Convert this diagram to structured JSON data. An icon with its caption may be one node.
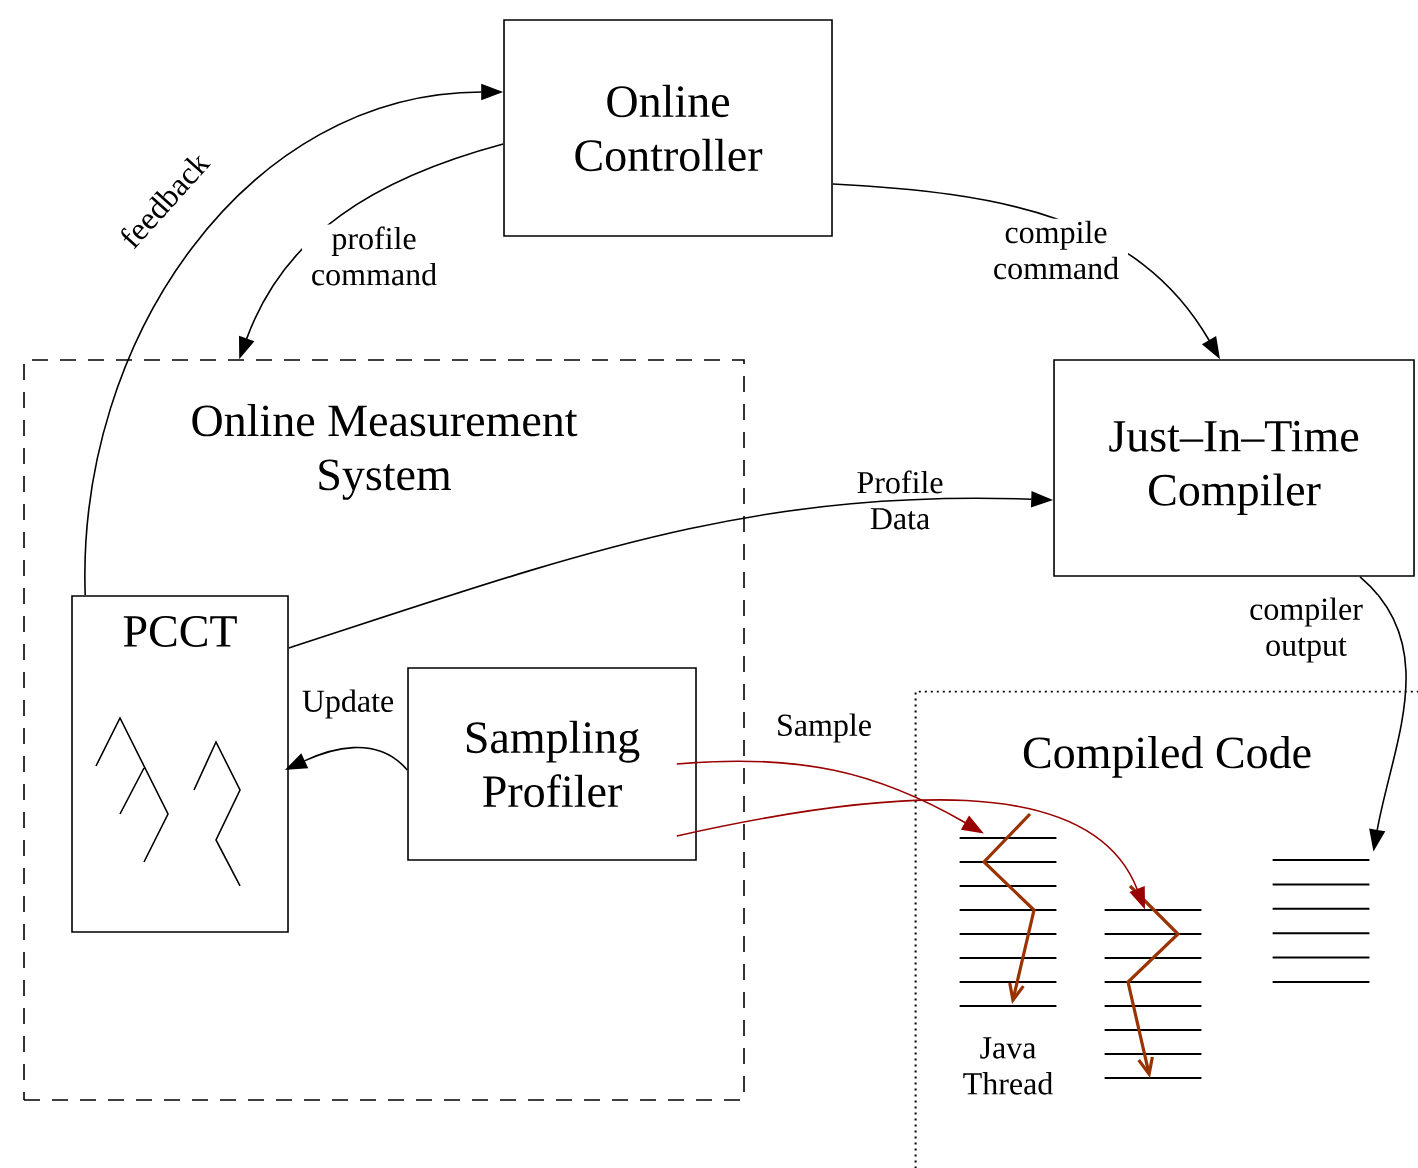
{
  "diagram": {
    "nodes": [
      {
        "text": [
          "Online Controller"
        ]
      },
      {
        "text": [
          "Online Measurement System"
        ]
      },
      {
        "text": [
          "PCCT"
        ],
        "in": 1
      },
      {
        "text": [
          "Sampling Profiler"
        ],
        "in": 1
      },
      {
        "text": [
          "Just–In–Time Compiler"
        ]
      },
      {
        "text": [
          "Compiled Code"
        ]
      },
      {
        "text": [],
        "shape": "bar",
        "in": 5,
        "beside": [
          "Java Thread"
        ]
      },
      {
        "text": [],
        "shape": "bar",
        "in": 5
      },
      {
        "text": [],
        "shape": "bar",
        "in": 5
      }
    ],
    "edges": [
      {
        "from": 2,
        "to": 0,
        "arrow": "to",
        "label": "feedback"
      },
      {
        "from": 0,
        "to": 1,
        "arrow": "to",
        "label": "profile command"
      },
      {
        "from": 0,
        "to": 4,
        "arrow": "to",
        "label": "compile command"
      },
      {
        "from": 2,
        "to": 4,
        "arrow": "to",
        "label": "Profile Data"
      },
      {
        "from": 3,
        "to": 2,
        "arrow": "to",
        "label": "Update"
      },
      {
        "from": 3,
        "to": 6,
        "arrow": "to",
        "label": "Sample",
        "color": "#990000"
      },
      {
        "from": 3,
        "to": 7,
        "arrow": "to",
        "color": "#990000"
      },
      {
        "from": 4,
        "to": 8,
        "arrow": "to",
        "label": "compiler output"
      }
    ]
  }
}
